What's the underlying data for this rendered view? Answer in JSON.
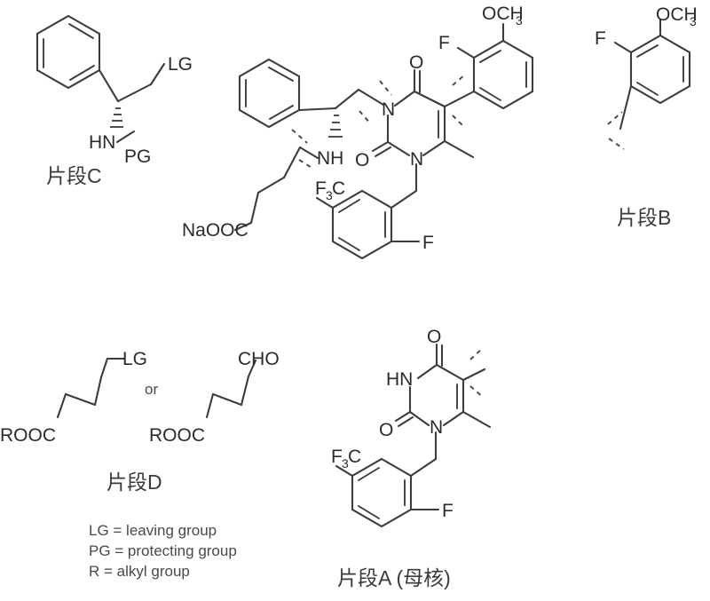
{
  "document": {
    "type": "chemical-synthesis-fragment-scheme",
    "background_color": "#ffffff",
    "line_color": "#3c3c3c",
    "text_color": "#2b2b2b"
  },
  "fragments": {
    "c": {
      "label": "片段C",
      "atoms": {
        "lg": "LG",
        "hn": "HN",
        "pg": "PG"
      }
    },
    "b": {
      "label": "片段B",
      "atoms": {
        "och3": "OCH",
        "och3_sub": "3",
        "f": "F"
      }
    },
    "d": {
      "label": "片段D",
      "connector": "or",
      "left": {
        "lg": "LG",
        "rooc": "ROOC"
      },
      "right": {
        "cho": "CHO",
        "rooc": "ROOC"
      }
    },
    "a": {
      "label": "片段A (母核)",
      "atoms": {
        "hn": "HN",
        "o_top": "O",
        "o_left": "O",
        "n": "N",
        "f3c": "F",
        "f3c_sub": "3",
        "f3c_tail": "C",
        "f": "F"
      }
    },
    "center": {
      "label": "",
      "atoms": {
        "och3": "OCH",
        "och3_sub": "3",
        "f_methoxyphenyl": "F",
        "o_top": "O",
        "o_left": "O",
        "n_top": "N",
        "n_bottom": "N",
        "nh": "NH",
        "naooc": "NaOOC",
        "f3c": "F",
        "f3c_sub": "3",
        "f3c_tail": "C",
        "f_bottom": "F"
      }
    }
  },
  "legend": {
    "lines": [
      "LG = leaving group",
      "PG = protecting group",
      "R = alkyl group"
    ]
  }
}
